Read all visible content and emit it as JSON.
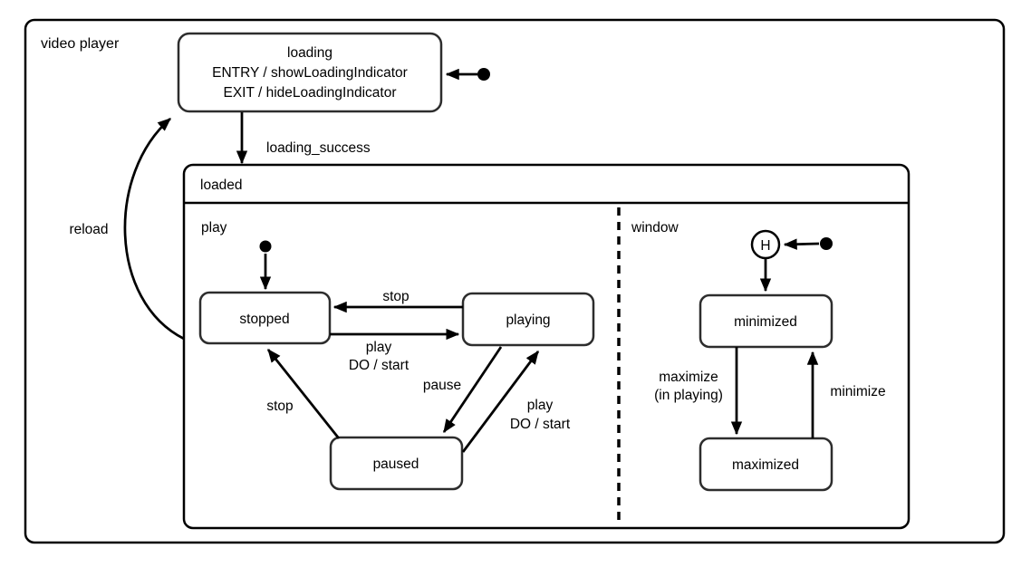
{
  "colors": {
    "background": "#ffffff",
    "line": "#000000",
    "state_border": "#2d2d2d",
    "text": "#000000"
  },
  "machine": {
    "title": "video player",
    "states": {
      "loading": {
        "name": "loading",
        "entry_action": "ENTRY / showLoadingIndicator",
        "exit_action": "EXIT / hideLoadingIndicator"
      },
      "loaded": {
        "name": "loaded"
      },
      "stopped": {
        "name": "stopped"
      },
      "playing": {
        "name": "playing"
      },
      "paused": {
        "name": "paused"
      },
      "minimized": {
        "name": "minimized"
      },
      "maximized": {
        "name": "maximized"
      },
      "history": {
        "name": "H"
      }
    },
    "regions": {
      "play": {
        "name": "play"
      },
      "window": {
        "name": "window"
      }
    },
    "transitions": {
      "loading_success": {
        "label": "loading_success"
      },
      "reload": {
        "label": "reload"
      },
      "playing_to_stopped": {
        "label": "stop"
      },
      "stopped_to_playing": {
        "label": "play",
        "action": "DO / start"
      },
      "playing_to_paused": {
        "label": "pause"
      },
      "paused_to_playing": {
        "label": "play",
        "action": "DO / start"
      },
      "paused_to_stopped": {
        "label": "stop"
      },
      "minimized_to_maximized": {
        "label": "maximize",
        "guard": "(in playing)"
      },
      "maximized_to_minimized": {
        "label": "minimize"
      }
    }
  }
}
